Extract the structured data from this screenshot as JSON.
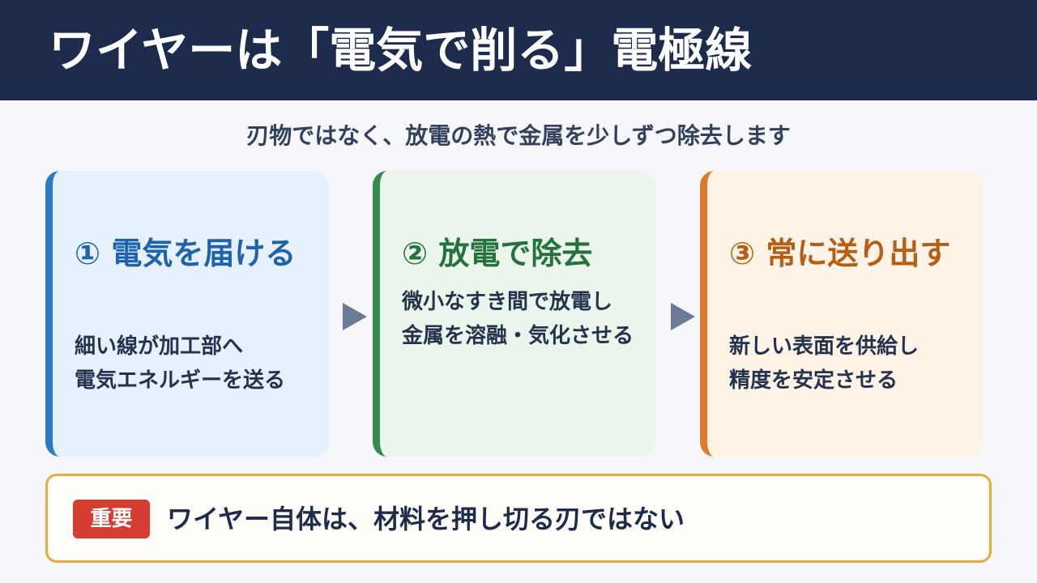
{
  "title": "ワイヤーは「電気で削る」電極線",
  "subtitle": "刃物ではなく、放電の熱で金属を少しずつ除去します",
  "steps": [
    {
      "title": "① 電気を届ける",
      "lines": [
        "細い線が加工部へ",
        "電気エネルギーを送る"
      ]
    },
    {
      "title": "② 放電で除去",
      "lines": [
        "微小なすき間で放電し",
        "金属を溶融・気化させる"
      ]
    },
    {
      "title": "③ 常に送り出す",
      "lines": [
        "新しい表面を供給し",
        "精度を安定させる"
      ]
    }
  ],
  "note": {
    "badge": "重要",
    "text": "ワイヤー自体は、材料を押し切る刃ではない"
  },
  "colors": {
    "header_bg": "#1d2b4c",
    "step1_accent": "#2a7ac7",
    "step2_accent": "#358a4f",
    "step3_accent": "#dc7b2a",
    "badge_bg": "#d43d2f",
    "note_border": "#eda93b"
  },
  "icons": [
    "arrow-right-icon",
    "arrow-right-icon"
  ]
}
